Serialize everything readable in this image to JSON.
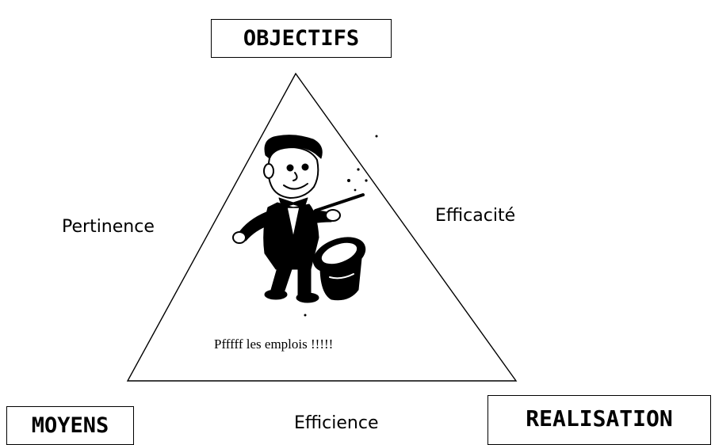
{
  "diagram": {
    "top_node": "OBJECTIFS",
    "bottom_left_node": "MOYENS",
    "bottom_right_node": "REALISATION",
    "edge_left_label": "Pertinence",
    "edge_right_label": "Efficacité",
    "edge_bottom_label": "Efficience",
    "center_caption": "Pfffff les emplois !!!!!",
    "center_illustration": "magician-with-top-hat-and-wand"
  }
}
